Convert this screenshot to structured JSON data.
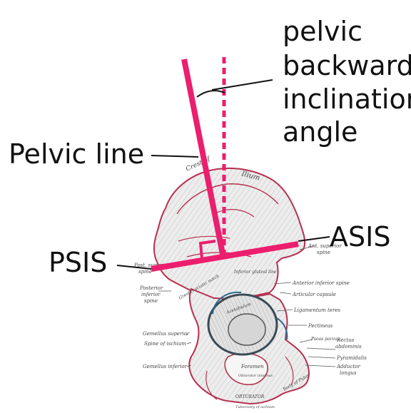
{
  "labels": {
    "angle_line1": "pelvic",
    "angle_line2": "backward",
    "angle_line3": "inclination",
    "angle_line4": "angle",
    "pelvic_line": "Pelvic line",
    "psis": "PSIS",
    "asis": "ASIS"
  },
  "anatomy_labels": {
    "crest": "Crest of",
    "ilium": "Ilium",
    "gluteal_line": "Inferior gluteal line",
    "ant_sup_spine_1": "Ant. superior",
    "ant_sup_spine_2": "spine",
    "post_sup_spine_1": "Post. superior",
    "post_sup_spine_2": "spine",
    "post_inf_spine_1": "Posterior",
    "post_inf_spine_2": "inferior",
    "post_inf_spine_3": "spine",
    "greater_sciatic": "Greater sciatic notch",
    "ant_inf_spine": "Anterior inferior spine",
    "articular_capsule": "Articular capsule",
    "lig_teres": "Ligamentum teres",
    "pectineus": "Pectineus",
    "rectus_1": "Rectus",
    "rectus_2": "abdominis",
    "pyramidalis": "Pyramidalis",
    "adductor_1": "Adductor",
    "adductor_2": "longus",
    "psoas": "Psoas parvus",
    "gemellus_sup": "Gemellus superior",
    "spine_ischium": "Spine of ischium",
    "gemellus_inf": "Gemellus inferior",
    "obturator": "OBTURATOR",
    "foramen": "Foramen",
    "obturator_int": "Obturator internus",
    "acetabulum": "Acetabulum",
    "tuber": "Tuberosity of ischium",
    "pubis": "Body of Pubis"
  },
  "colors": {
    "accent": "#ec1e6e",
    "bone_outline": "#b5304f",
    "bone_fill": "#e9e9e9",
    "text": "#111111"
  }
}
